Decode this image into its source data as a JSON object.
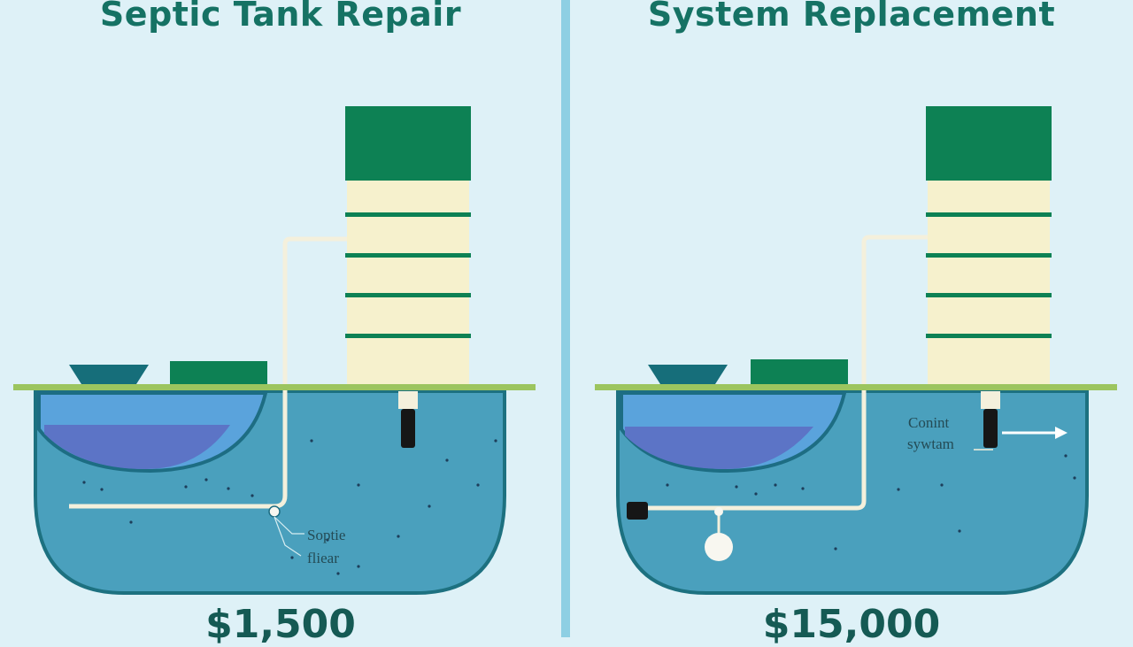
{
  "left_panel": {
    "title": "Septic Tank Repair",
    "price": "$1,500",
    "label_line1": "Soptie",
    "label_line2": "fliear"
  },
  "right_panel": {
    "title": "System Replacement",
    "price": "$15,000",
    "label_line1": "Conint",
    "label_line2": "sywtam"
  },
  "colors": {
    "background": "#def1f7",
    "title_text": "#157264",
    "tank_water": "#4aa0bd",
    "tank_outline": "#1d7180",
    "tower_cap": "#0d8154",
    "tower_body": "#f6f1cd",
    "ground_line": "#9cc55f",
    "divider": "#8ecfe3"
  }
}
